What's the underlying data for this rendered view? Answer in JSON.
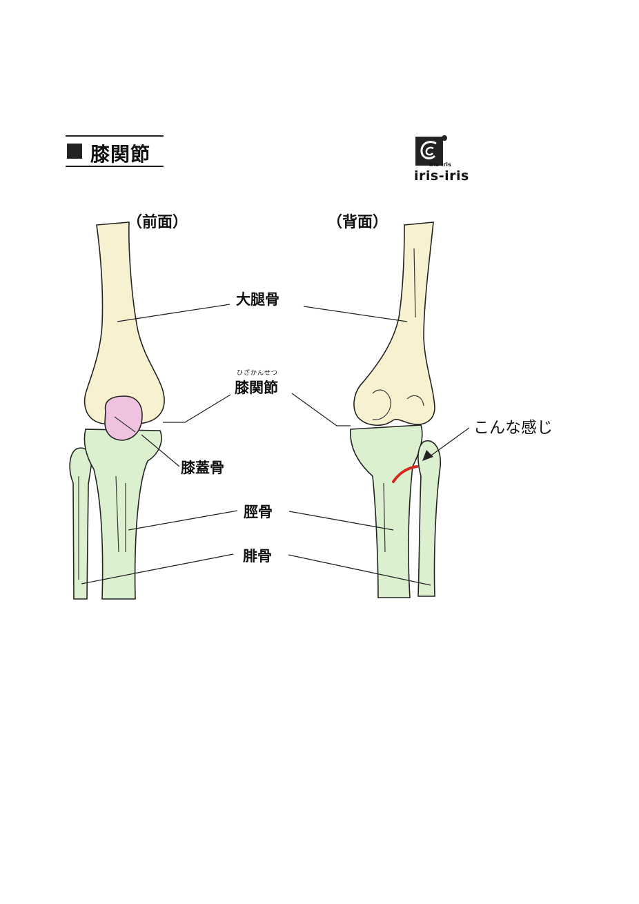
{
  "title": "膝関節",
  "logo": {
    "small_text": "iris-iris",
    "text": "iris-iris"
  },
  "views": {
    "front": "（前面）",
    "back": "（背面）"
  },
  "labels": {
    "femur": "大腿骨",
    "knee_ruby": "ひざかんせつ",
    "knee": "膝関節",
    "patella": "膝蓋骨",
    "tibia": "脛骨",
    "fibula": "腓骨"
  },
  "annotation": "こんな感じ",
  "colors": {
    "femur_fill": "#f7f1cf",
    "lower_fill": "#dbf0cf",
    "patella_fill": "#efc2df",
    "outline": "#222222",
    "highlight": "#d42a1e"
  }
}
